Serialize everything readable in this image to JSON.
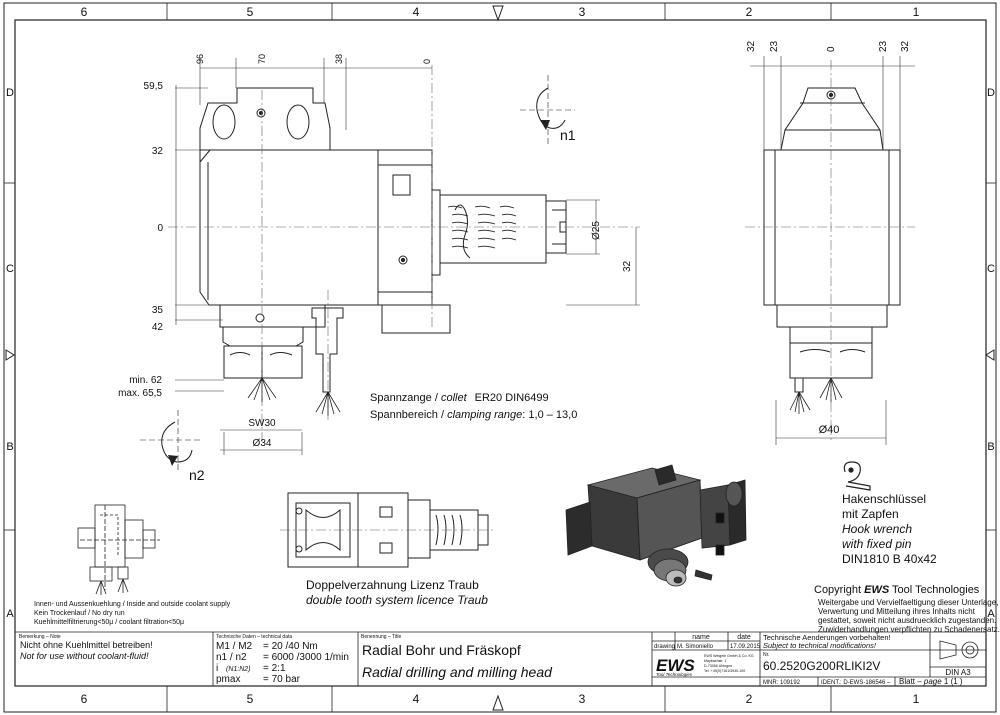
{
  "border": {
    "columns": [
      "6",
      "5",
      "4",
      "3",
      "2",
      "1"
    ],
    "rows": [
      "D",
      "C",
      "B",
      "A"
    ]
  },
  "front_view": {
    "top_dims": [
      "96",
      "70",
      "38",
      "0"
    ],
    "left_dims": [
      "59,5",
      "32",
      "0",
      "35",
      "42"
    ],
    "right_dims": [
      "Ø25",
      "32"
    ],
    "coolant_min": "min. 62",
    "coolant_max": "max. 65,5",
    "sw": "SW30",
    "dia": "Ø34",
    "rotation_labels": [
      "n1",
      "n2"
    ]
  },
  "side_view": {
    "top_dims": [
      "32",
      "23",
      "0",
      "23",
      "32"
    ],
    "dia": "Ø40"
  },
  "collet": {
    "line1_a": "Spannzange / ",
    "line1_b": "collet",
    "line1_c": "ER20    DIN6499",
    "line2_a": "Spannbereich / ",
    "line2_b": "clamping range",
    "line2_c": ": 1,0 – 13,0"
  },
  "coolant_note": [
    "Innen- und Aussenkuehlung / Inside and outside coolant supply",
    "Kein Trockenlauf / No dry run",
    "Kuehlmittelfiltrierung<50μ / coolant filtration<50μ"
  ],
  "double_tooth": {
    "de": "Doppelverzahnung Lizenz Traub",
    "en": "double tooth system licence Traub"
  },
  "hook_wrench": {
    "de1": "Hakenschlüssel",
    "de2": "mit Zapfen",
    "en1": "Hook wrench",
    "en2": "with fixed pin",
    "norm": "DIN1810 B 40x42"
  },
  "copyright": {
    "title_a": "Copyright ",
    "title_b": "EWS",
    "title_c": " Tool Technologies",
    "lines": [
      "Weitergabe und Vervielfaeltigung dieser Unterlage,",
      "Verwertung und Mitteilung ihres Inhalts nicht",
      "gestattet, soweit nicht ausdruecklich zugestanden.",
      "Zuwiderhandlungen verpflichten zu Schadenersatz."
    ]
  },
  "title_block": {
    "note_header": "Bemerkung – Note",
    "note_de": "Nicht ohne Kuehlmittel betreiben!",
    "note_en": "Not for use without coolant-fluid!",
    "tech_header": "Technische Daten – technical data",
    "m_label": "M1 / M2",
    "m_value": "= 20  /40  Nm",
    "n_label": "n1 / n2",
    "n_value": "= 6000 /3000  1/min",
    "i_label": "i",
    "i_sub": "(N1:N2)",
    "i_value": "= 2:1",
    "p_label": "pmax",
    "p_value": "= 70  bar",
    "desc_header": "Benennung – Title",
    "title_de": "Radial Bohr und Fräskopf",
    "title_en": "Radial drilling and milling head",
    "name_header": "name",
    "date_header": "date",
    "drawing_label": "drawing",
    "drawing_name": "M. Simoniello",
    "drawing_date": "17.09.2015",
    "logo": "EWS",
    "logo_sub": "Tool Technologies",
    "company_lines": [
      "EWS Weigele GmbH & Co. KG",
      "Maybachstr. 1",
      "D-73066 Uhingen",
      "Tel. +49(0)7161/3930-100"
    ],
    "changes_de": "Technische Aenderungen vorbehalten!",
    "changes_en": "Subject to technical modifications!",
    "nr_label": "Nr.",
    "part_number": "60.2520G200RLIKI2V",
    "mnr": "MNR: 109192",
    "ident": "IDENT.: D-EWS-186546 –",
    "sheet_a": "Blatt – ",
    "sheet_b": "page",
    "sheet_c": " 1 (1 )",
    "format": "DIN A3"
  }
}
